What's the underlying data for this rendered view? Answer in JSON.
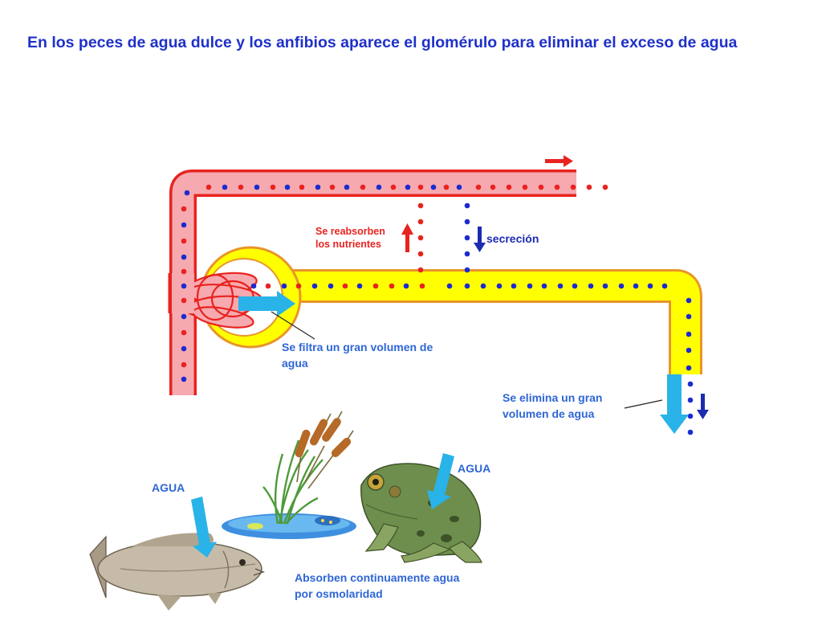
{
  "title": "En los peces de agua dulce y los anfibios aparece el glomérulo para eliminar el exceso de agua",
  "labels": {
    "reabsorb_line1": "Se reabsorben",
    "reabsorb_line2": "los nutrientes",
    "secretion": "secreción",
    "filter_line1": "Se filtra un gran volumen de",
    "filter_line2": "agua",
    "eliminate_line1": "Se elimina un gran",
    "eliminate_line2": "volumen de agua",
    "water_fish": "AGUA",
    "water_frog": "AGUA",
    "absorb_line1": "Absorben continuamente agua",
    "absorb_line2": "por osmolaridad"
  },
  "colors": {
    "title": "#1f31c8",
    "label_blue": "#2e66d6",
    "label_red": "#e8231f",
    "label_navy": "#1c2bb0",
    "vessel_fill": "#f7a9b0",
    "vessel_border": "#e8231f",
    "tubule_fill": "#ffff00",
    "tubule_border": "#e8952a",
    "water_arrow": "#29b3e8",
    "dot_blue": "#1c2bd0",
    "dot_red": "#e8231f"
  },
  "icons": [
    "red-right-arrow-icon",
    "red-up-arrow-icon",
    "blue-down-arrow-icon",
    "water-arrow-icon",
    "fish-icon",
    "frog-icon",
    "cattail-plant-icon"
  ]
}
